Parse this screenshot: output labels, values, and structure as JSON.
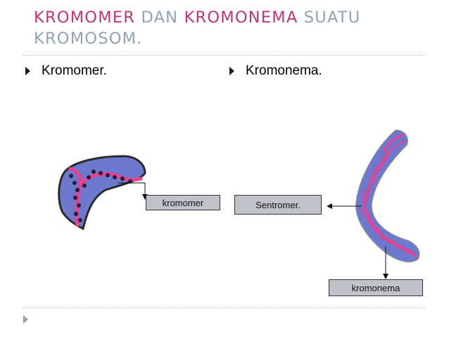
{
  "title": {
    "part1": "KROMOMER",
    "part2": " DAN ",
    "part3": "KROMONEMA",
    "part4": " SUATU KROMOSOM."
  },
  "bullets": {
    "left": "Kromomer.",
    "right": "Kromonema."
  },
  "labels": {
    "kromomer": "kromomer",
    "sentromer": "Sentromer.",
    "kromonema": "kromonema"
  },
  "colors": {
    "title_accent": "#c2327b",
    "title_text": "#8ea4b5",
    "chromosome_fill": "#6d79cf",
    "chromonema_strand": "#e8408d",
    "chromomere_dot": "#2a1a3a",
    "label_box": "#bfc3c9"
  },
  "icons": {
    "bullet": "triangle-right-icon",
    "footer": "triangle-right-icon"
  }
}
